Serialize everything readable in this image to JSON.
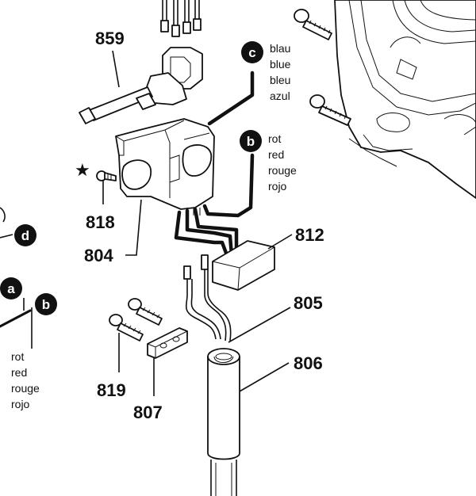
{
  "parts": {
    "p859": "859",
    "p818": "818",
    "p804": "804",
    "p812": "812",
    "p805": "805",
    "p806": "806",
    "p819": "819",
    "p807": "807"
  },
  "callouts": {
    "c": "c",
    "b": "b",
    "d": "d",
    "a": "a",
    "b2": "b"
  },
  "wire_labels": {
    "c_lines": [
      "blau",
      "blue",
      "bleu",
      "azul"
    ],
    "b_lines": [
      "rot",
      "red",
      "rouge",
      "rojo"
    ],
    "b2_lines": [
      "rot",
      "red",
      "rouge",
      "rojo"
    ]
  },
  "symbols": {
    "star": "★"
  },
  "icons": {
    "star": "star-icon"
  }
}
